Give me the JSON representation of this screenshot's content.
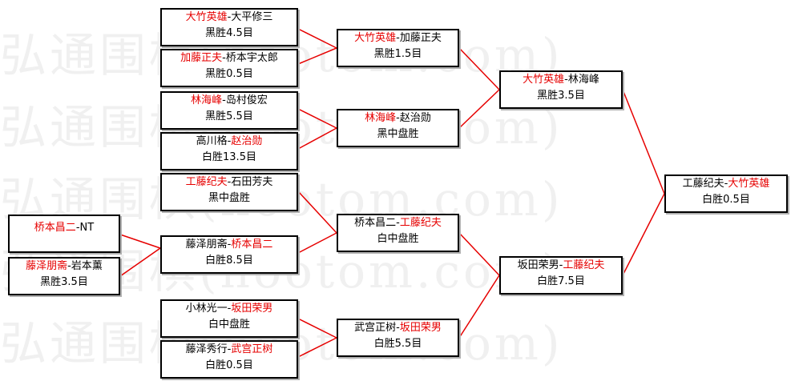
{
  "watermark": "弘通围棋(hootom.com)",
  "bracket": {
    "r1": [
      {
        "a": "大竹英雄",
        "b": "大平修三",
        "winner": "a",
        "result": "黑胜4.5目"
      },
      {
        "a": "加藤正夫",
        "b": "桥本宇太郎",
        "winner": "a",
        "result": "黑胜0.5目"
      },
      {
        "a": "林海峰",
        "b": "岛村俊宏",
        "winner": "a",
        "result": "黑胜5.5目"
      },
      {
        "a": "高川格",
        "b": "赵治勋",
        "winner": "b",
        "result": "白胜13.5目"
      },
      {
        "a": "工藤纪夫",
        "b": "石田芳夫",
        "winner": "a",
        "result": "黑中盘胜"
      },
      {
        "a": "藤泽朋斋",
        "b": "桥本昌二",
        "winner": "b",
        "result": "白胜8.5目"
      },
      {
        "a": "小林光一",
        "b": "坂田荣男",
        "winner": "b",
        "result": "白中盘胜"
      },
      {
        "a": "藤泽秀行",
        "b": "武宫正树",
        "winner": "b",
        "result": "白胜0.5目"
      }
    ],
    "r0": [
      {
        "a": "桥本昌二",
        "b": "NT",
        "winner": "a",
        "result": ""
      },
      {
        "a": "藤泽朋斋",
        "b": "岩本薰",
        "winner": "a",
        "result": "黑胜3.5目"
      }
    ],
    "r2": [
      {
        "a": "大竹英雄",
        "b": "加藤正夫",
        "winner": "a",
        "result": "黑胜1.5目"
      },
      {
        "a": "林海峰",
        "b": "赵治勋",
        "winner": "a",
        "result": "黑中盘胜"
      },
      {
        "a": "桥本昌二",
        "b": "工藤纪夫",
        "winner": "b",
        "result": "白中盘胜"
      },
      {
        "a": "武宫正树",
        "b": "坂田荣男",
        "winner": "b",
        "result": "白胜5.5目"
      }
    ],
    "r3": [
      {
        "a": "大竹英雄",
        "b": "林海峰",
        "winner": "a",
        "result": "黑胜3.5目"
      },
      {
        "a": "坂田荣男",
        "b": "工藤纪夫",
        "winner": "b",
        "result": "白胜7.5目"
      }
    ],
    "final": {
      "a": "工藤纪夫",
      "b": "大竹英雄",
      "winner": "b",
      "result": "白胜0.5目"
    }
  },
  "colors": {
    "winner": "#e60000",
    "line": "#e60000",
    "border": "#000000"
  }
}
